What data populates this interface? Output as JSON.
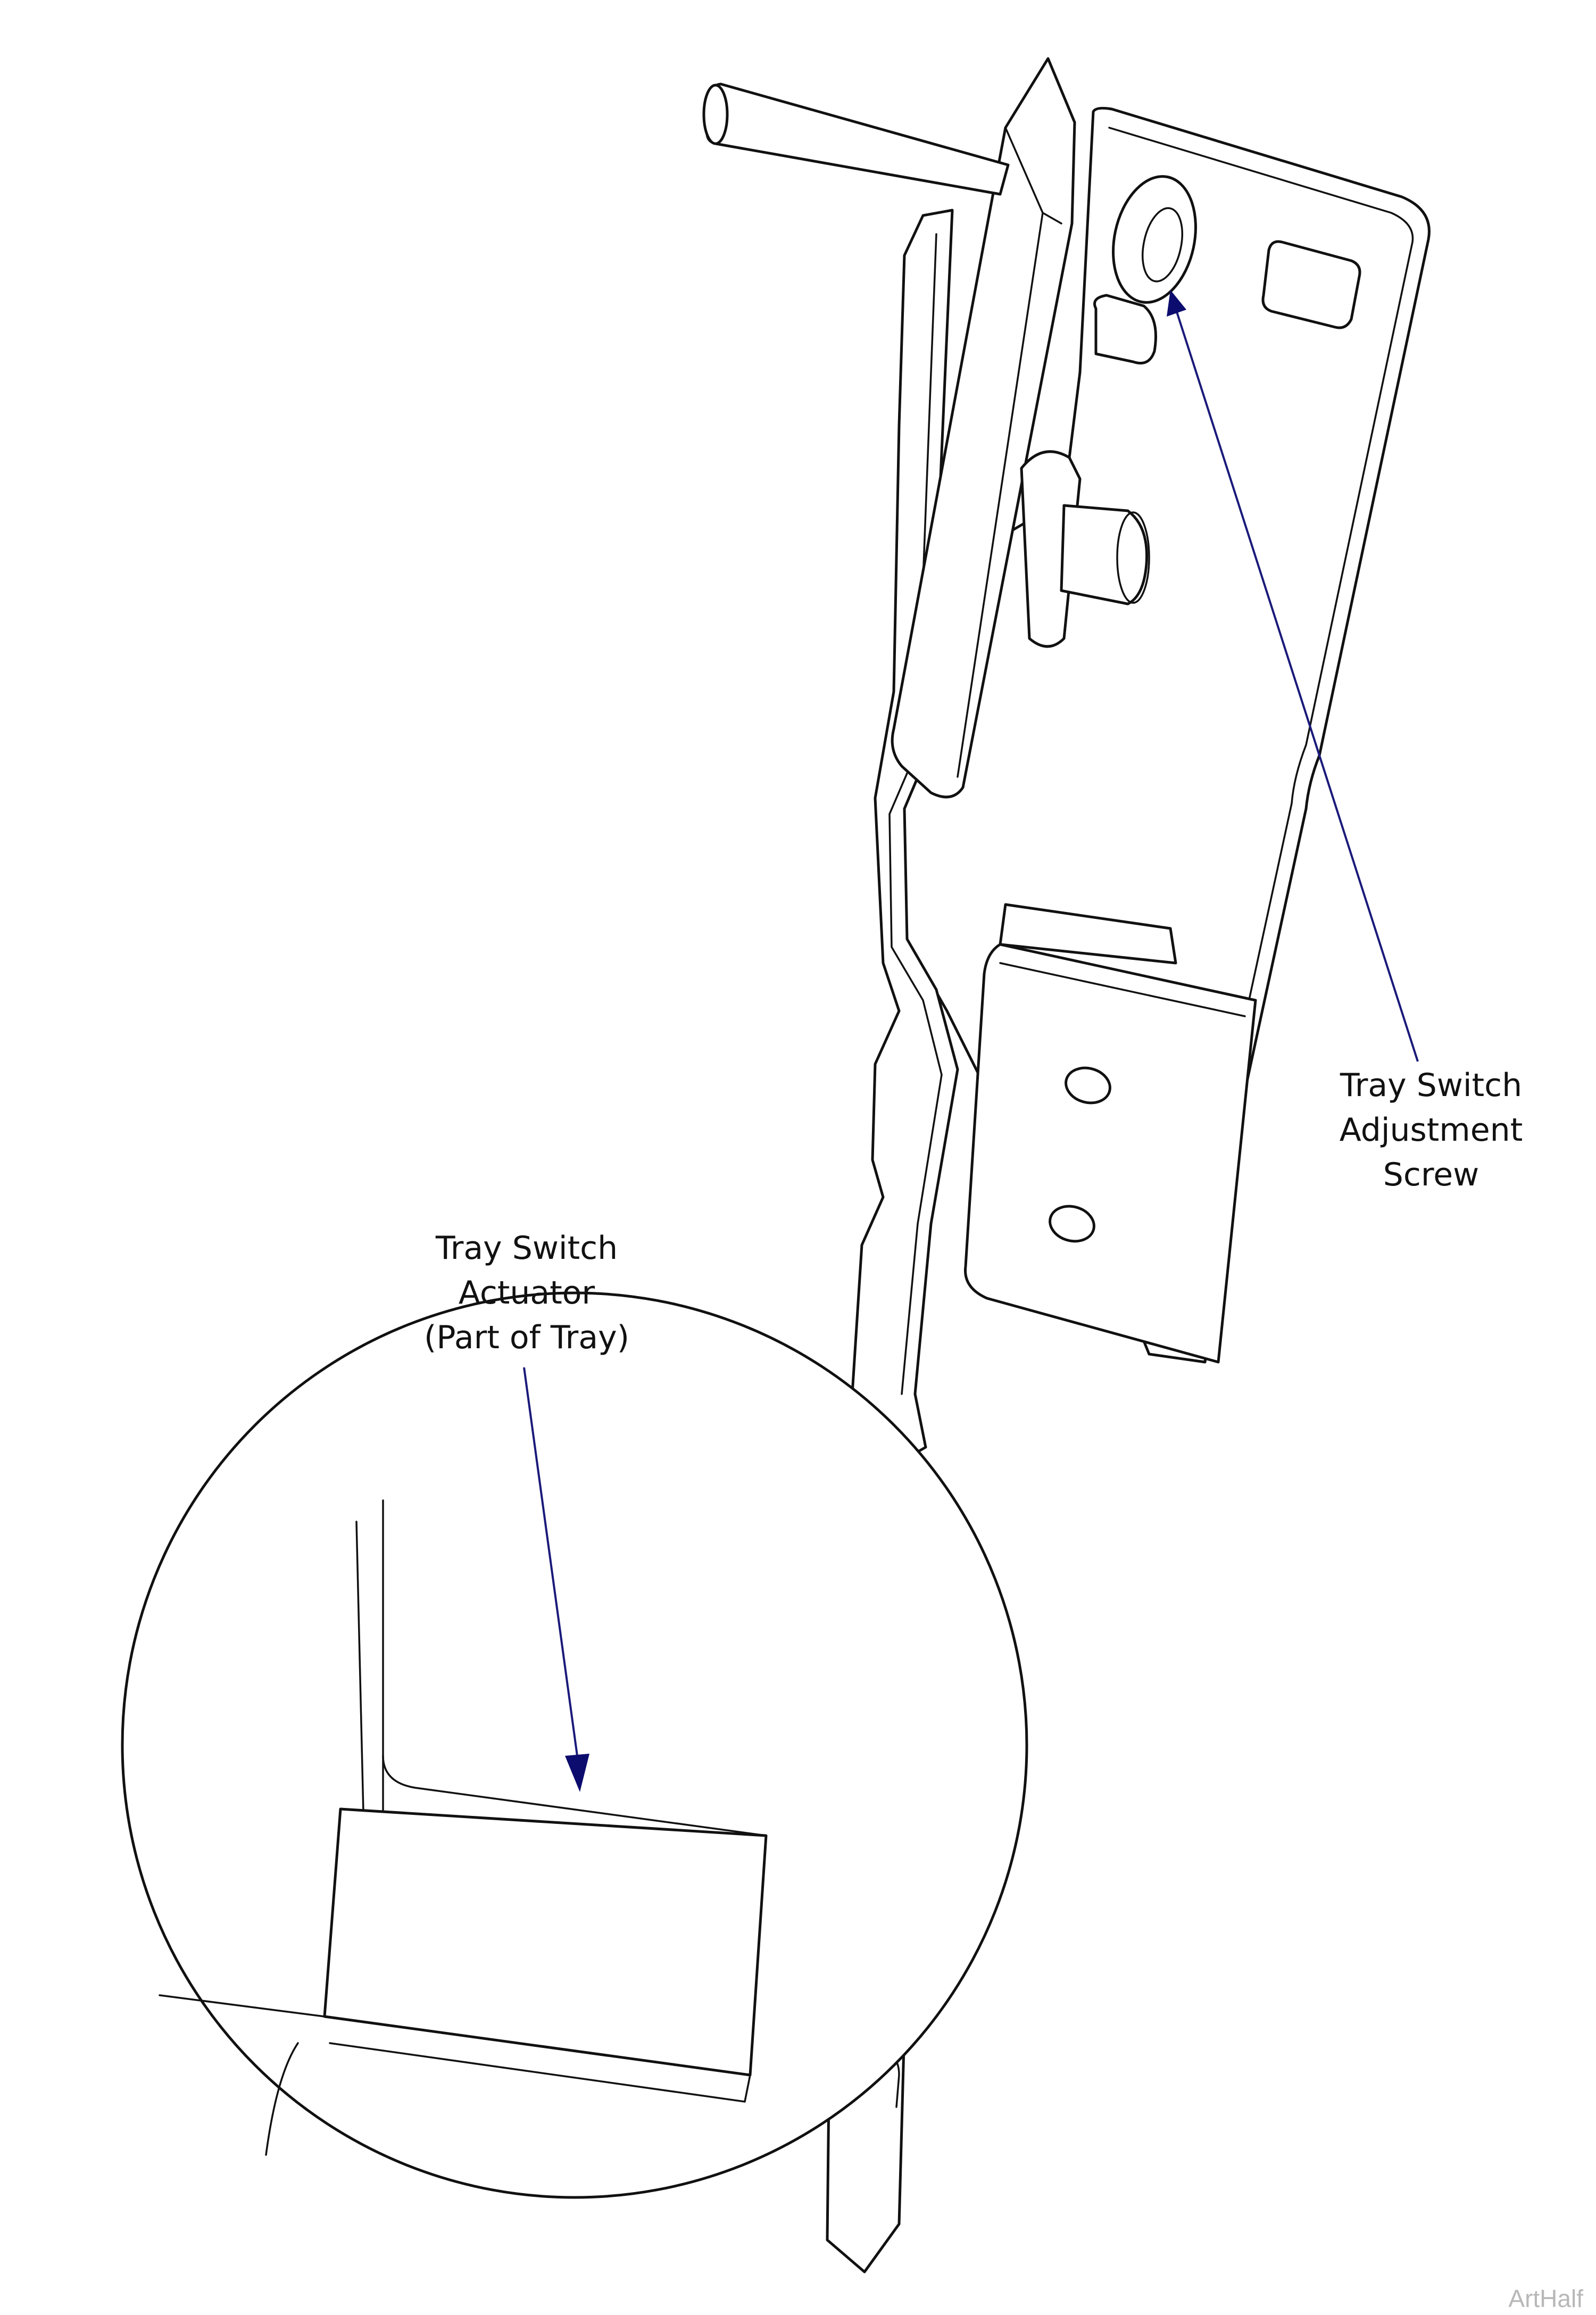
{
  "callouts": {
    "actuator": {
      "line1": "Tray Switch",
      "line2": "Actuator",
      "line3": "(Part of Tray)"
    },
    "screw": {
      "line1": "Tray Switch",
      "line2": "Adjustment",
      "line3": "Screw"
    }
  },
  "watermark": "ArtHalf",
  "colors": {
    "line_art": "#111111",
    "leader": "#1a1a7a",
    "watermark": "#b8b8b8"
  }
}
